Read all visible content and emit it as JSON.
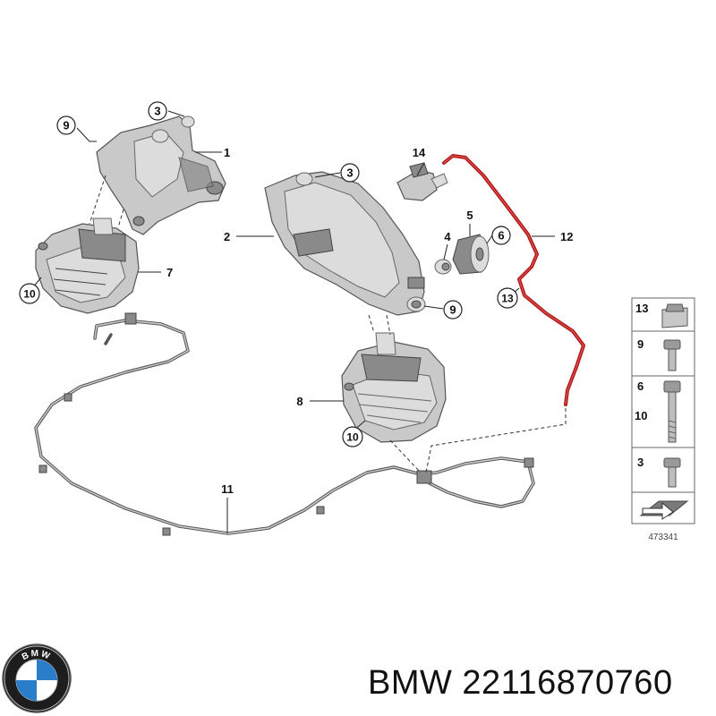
{
  "diagram": {
    "callouts": {
      "c1": "1",
      "c2": "2",
      "c3a": "3",
      "c3b": "3",
      "c4": "4",
      "c5": "5",
      "c6": "6",
      "c7": "7",
      "c8": "8",
      "c9a": "9",
      "c9b": "9",
      "c10a": "10",
      "c10b": "10",
      "c11": "11",
      "c12": "12",
      "c13": "13",
      "c14": "14"
    },
    "legend": {
      "r1": "13",
      "r2": "9",
      "r3a": "6",
      "r3b": "10",
      "r4": "3"
    },
    "diagram_id": "473341",
    "colors": {
      "hose_red": "#b01818",
      "part_gray": "#c9c9c9",
      "logo_blue": "#2a7dc8"
    },
    "icons": [
      "bmw-logo-icon",
      "arrow-plate-icon"
    ]
  },
  "footer": {
    "part_label": "BMW 22116870760",
    "logo_text": "BMW"
  }
}
